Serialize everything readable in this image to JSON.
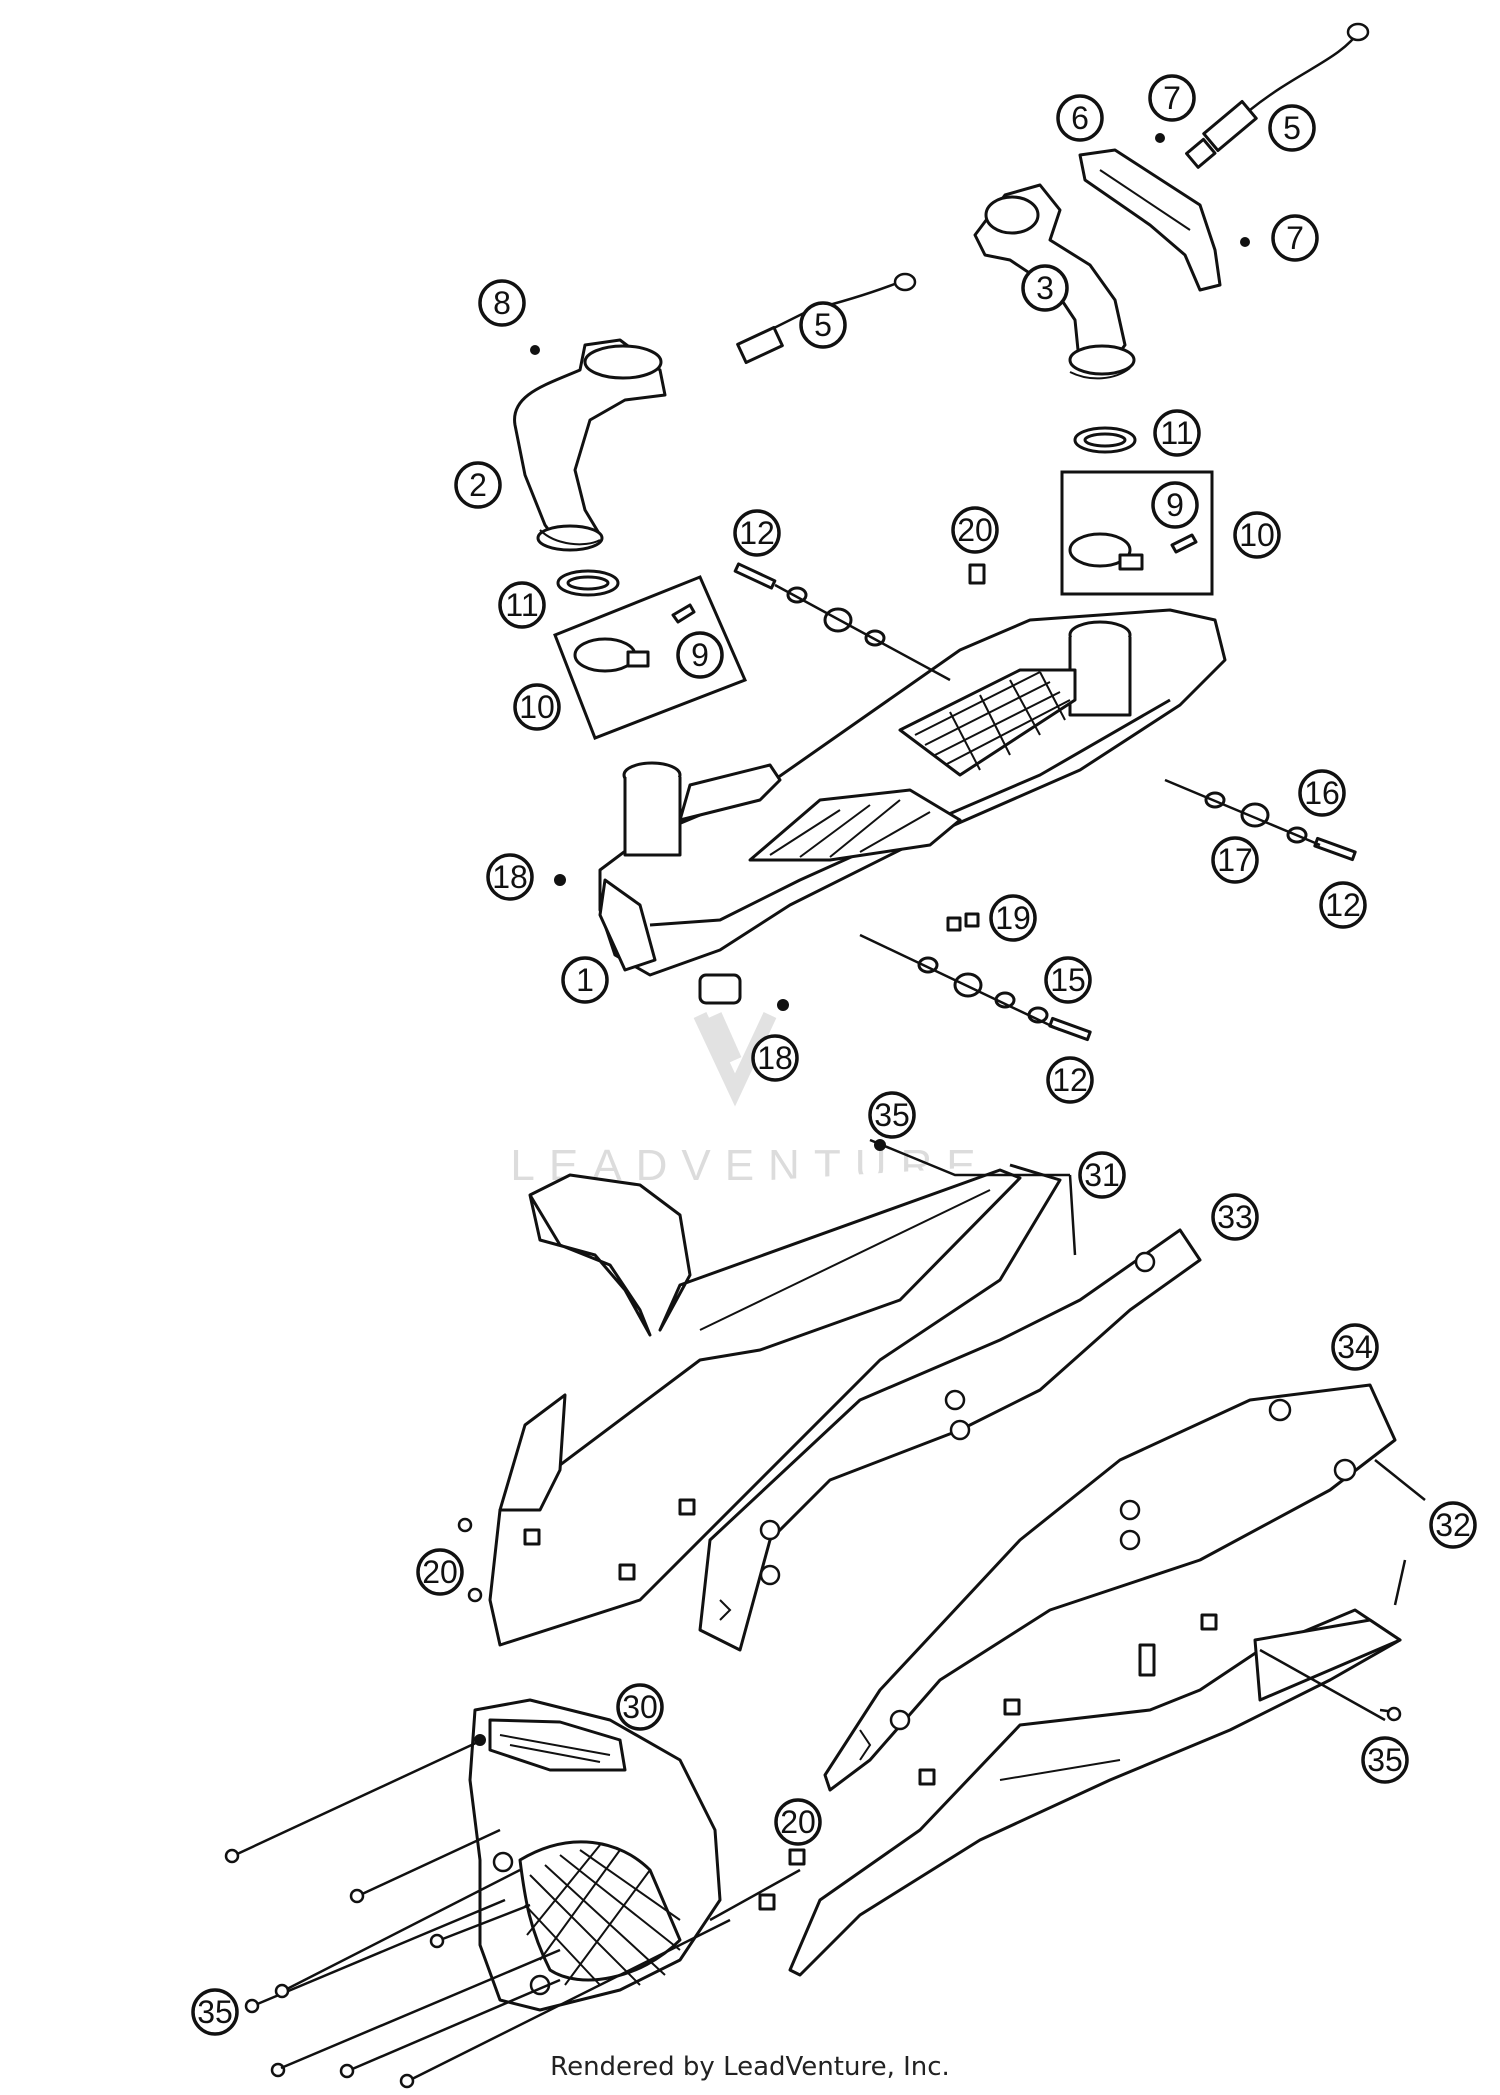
{
  "callouts": [
    {
      "id": "c1",
      "label": "1"
    },
    {
      "id": "c2",
      "label": "2"
    },
    {
      "id": "c3",
      "label": "3"
    },
    {
      "id": "c5a",
      "label": "5"
    },
    {
      "id": "c5b",
      "label": "5"
    },
    {
      "id": "c6",
      "label": "6"
    },
    {
      "id": "c7a",
      "label": "7"
    },
    {
      "id": "c7b",
      "label": "7"
    },
    {
      "id": "c8",
      "label": "8"
    },
    {
      "id": "c9a",
      "label": "9"
    },
    {
      "id": "c9b",
      "label": "9"
    },
    {
      "id": "c10a",
      "label": "10"
    },
    {
      "id": "c10b",
      "label": "10"
    },
    {
      "id": "c11a",
      "label": "11"
    },
    {
      "id": "c11b",
      "label": "11"
    },
    {
      "id": "c12a",
      "label": "12"
    },
    {
      "id": "c12b",
      "label": "12"
    },
    {
      "id": "c12c",
      "label": "12"
    },
    {
      "id": "c15",
      "label": "15"
    },
    {
      "id": "c16",
      "label": "16"
    },
    {
      "id": "c17",
      "label": "17"
    },
    {
      "id": "c18a",
      "label": "18"
    },
    {
      "id": "c18b",
      "label": "18"
    },
    {
      "id": "c19",
      "label": "19"
    },
    {
      "id": "c20a",
      "label": "20"
    },
    {
      "id": "c20b",
      "label": "20"
    },
    {
      "id": "c20c",
      "label": "20"
    },
    {
      "id": "c30",
      "label": "30"
    },
    {
      "id": "c31",
      "label": "31"
    },
    {
      "id": "c32",
      "label": "32"
    },
    {
      "id": "c33",
      "label": "33"
    },
    {
      "id": "c34",
      "label": "34"
    },
    {
      "id": "c35a",
      "label": "35"
    },
    {
      "id": "c35b",
      "label": "35"
    },
    {
      "id": "c35c",
      "label": "35"
    }
  ],
  "watermark": "LEADVENTURE",
  "footer": "Rendered by LeadVenture, Inc."
}
